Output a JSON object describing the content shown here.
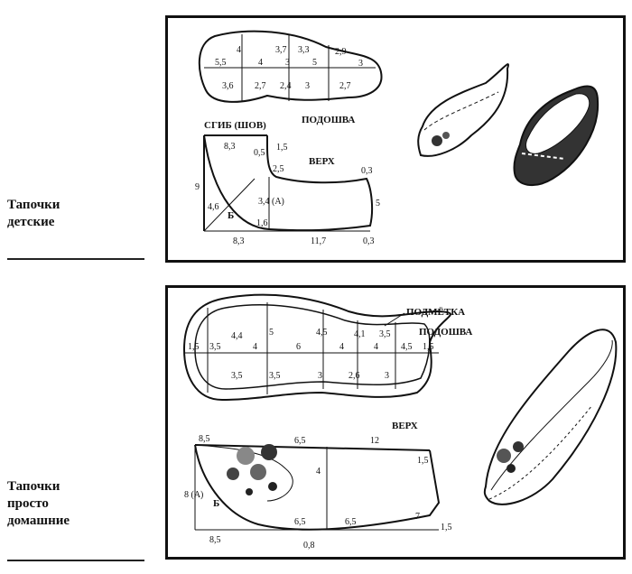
{
  "captions": {
    "kids": [
      "Тапочки",
      "детские"
    ],
    "home": [
      "Тапочки",
      "просто",
      "домашние"
    ]
  },
  "top": {
    "sole_title": "ПОДОШВА",
    "fold_title": "СГИБ (ШОВ)",
    "upper_title": "ВЕРХ",
    "sole_dims": [
      "5,5",
      "4",
      "4",
      "3,7",
      "3",
      "3,3",
      "5",
      "2,9",
      "3",
      "3,6",
      "2,7",
      "2,4",
      "3",
      "2,7"
    ],
    "upper_dims": {
      "d83top": "8,3",
      "d05": "0,5",
      "d15": "1,5",
      "d25": "2,5",
      "d34a": "3,4 (А)",
      "d03top": "0,3",
      "d9": "9",
      "d46": "4,6",
      "b": "Б",
      "d16": "1,6",
      "d5": "5",
      "d83bot": "8,3",
      "d117": "11,7",
      "d03bot": "0,3"
    }
  },
  "bottom": {
    "podmetka": "ПОДМЁТКА",
    "podoshva": "ПОДОШВА",
    "upper_title": "ВЕРХ",
    "sole_dims": [
      "1,5",
      "3,5",
      "4,4",
      "4",
      "5",
      "6",
      "4,5",
      "4",
      "4,1",
      "3,5",
      "4",
      "4,5",
      "1,5",
      "3,5",
      "3,5",
      "3",
      "2,6",
      "3"
    ],
    "upper_dims": {
      "d85top": "8,5",
      "d65top": "6,5",
      "d12": "12",
      "d15r": "1,5",
      "d4": "4",
      "d8a": "8 (А)",
      "b": "Б",
      "d85bot": "8,5",
      "d08": "0,8",
      "d65a": "6,5",
      "d65b": "6,5",
      "d7": "7",
      "d15b": "1,5"
    }
  }
}
